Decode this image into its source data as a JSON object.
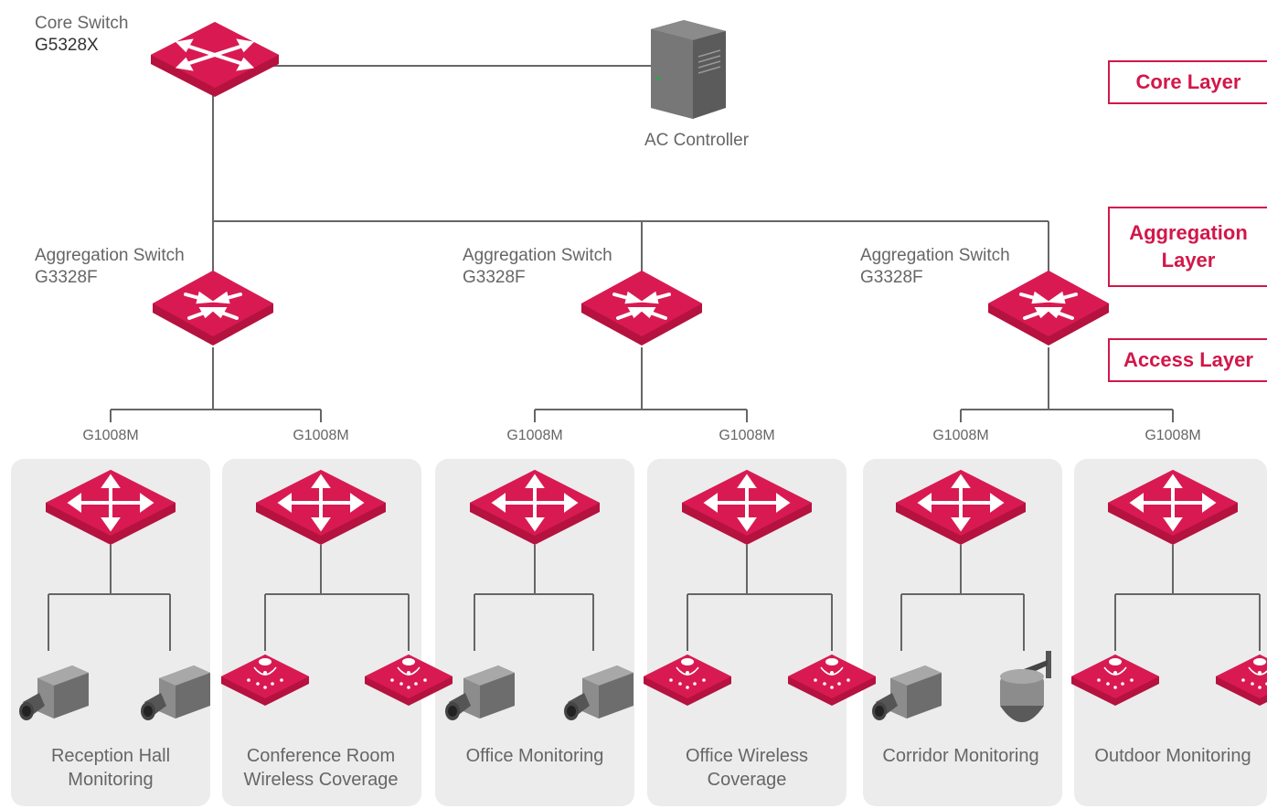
{
  "core": {
    "label": "Core Switch",
    "model": "G5328X"
  },
  "controller": {
    "label": "AC Controller"
  },
  "layers": {
    "core": "Core Layer",
    "aggregation": "Aggregation\nLayer",
    "access": "Access Layer"
  },
  "aggregation": [
    {
      "label": "Aggregation Switch",
      "model": "G3328F"
    },
    {
      "label": "Aggregation Switch",
      "model": "G3328F"
    },
    {
      "label": "Aggregation Switch",
      "model": "G3328F"
    }
  ],
  "access": [
    {
      "model": "G1008M",
      "zone": "Reception Hall\nMonitoring",
      "devices": [
        "camera-icon",
        "camera-icon"
      ]
    },
    {
      "model": "G1008M",
      "zone": "Conference Room\nWireless Coverage",
      "devices": [
        "access-point-icon",
        "access-point-icon"
      ]
    },
    {
      "model": "G1008M",
      "zone": "Office Monitoring",
      "devices": [
        "camera-icon",
        "camera-icon"
      ]
    },
    {
      "model": "G1008M",
      "zone": "Office Wireless\nCoverage",
      "devices": [
        "access-point-icon",
        "access-point-icon"
      ]
    },
    {
      "model": "G1008M",
      "zone": "Corridor Monitoring",
      "devices": [
        "camera-icon",
        "dome-camera-icon"
      ]
    },
    {
      "model": "G1008M",
      "zone": "Outdoor Monitoring",
      "devices": [
        "access-point-icon",
        "access-point-icon"
      ]
    }
  ],
  "colors": {
    "accent": "#d2174a",
    "line": "#666666",
    "panel": "#ececec"
  }
}
